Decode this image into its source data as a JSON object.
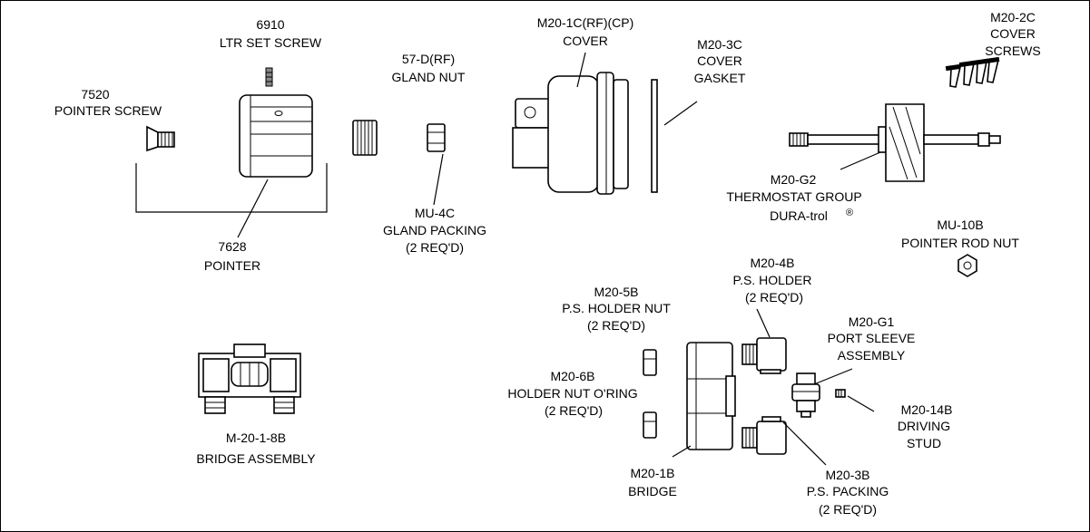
{
  "parts": {
    "set_screw": {
      "number": "6910",
      "name": "LTR SET SCREW"
    },
    "pointer_screw": {
      "number": "7520",
      "name": "POINTER SCREW"
    },
    "pointer": {
      "number": "7628",
      "name": "POINTER"
    },
    "gland_nut": {
      "number": "57-D(RF)",
      "name": "GLAND NUT"
    },
    "gland_packing": {
      "number": "MU-4C",
      "name": "GLAND PACKING",
      "qty": "(2 REQ'D)"
    },
    "cover": {
      "number": "M20-1C(RF)(CP)",
      "name": "COVER"
    },
    "cover_gasket": {
      "number": "M20-3C",
      "name_line1": "COVER",
      "name_line2": "GASKET"
    },
    "cover_screws": {
      "number": "M20-2C",
      "name_line1": "COVER",
      "name_line2": "SCREWS"
    },
    "thermostat": {
      "number": "M20-G2",
      "name": "THERMOSTAT GROUP",
      "brand": "DURA-trol",
      "mark": "®"
    },
    "pointer_rod_nut": {
      "number": "MU-10B",
      "name": "POINTER ROD NUT"
    },
    "ps_holder": {
      "number": "M20-4B",
      "name": "P.S. HOLDER",
      "qty": "(2 REQ'D)"
    },
    "ps_holder_nut": {
      "number": "M20-5B",
      "name": "P.S. HOLDER NUT",
      "qty": "(2 REQ'D)"
    },
    "port_sleeve": {
      "number": "M20-G1",
      "name_line1": "PORT SLEEVE",
      "name_line2": "ASSEMBLY"
    },
    "holder_oring": {
      "number": "M20-6B",
      "name": "HOLDER NUT O'RING",
      "qty": "(2 REQ'D)"
    },
    "driving_stud": {
      "number": "M20-14B",
      "name_line1": "DRIVING",
      "name_line2": "STUD"
    },
    "bridge_assembly": {
      "number": "M-20-1-8B",
      "name": "BRIDGE ASSEMBLY"
    },
    "bridge": {
      "number": "M20-1B",
      "name": "BRIDGE"
    },
    "ps_packing": {
      "number": "M20-3B",
      "name": "P.S. PACKING",
      "qty": "(2 REQ'D)"
    }
  }
}
